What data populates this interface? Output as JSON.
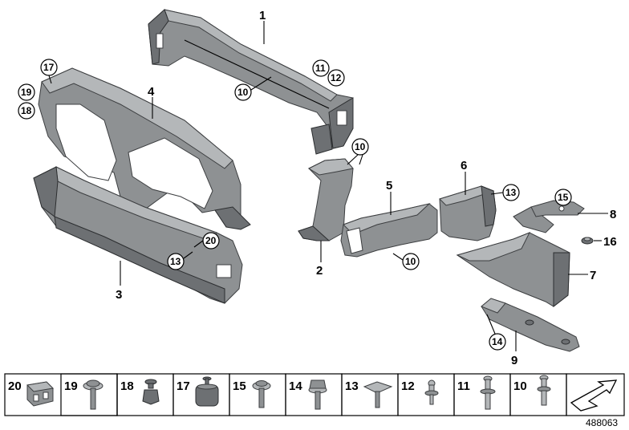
{
  "callouts": {
    "p1": "1",
    "p2": "2",
    "p3": "3",
    "p4": "4",
    "p5": "5",
    "p6": "6",
    "p7": "7",
    "p8": "8",
    "p9": "9",
    "p16": "16",
    "c17": "17",
    "c19": "19",
    "c18": "18",
    "c11": "11",
    "c12": "12",
    "c10a": "10",
    "c10b": "10",
    "c10c": "10",
    "c13a": "13",
    "c13b": "13",
    "c20": "20",
    "c15": "15",
    "c14": "14"
  },
  "parts_strip": [
    "20",
    "19",
    "18",
    "17",
    "15",
    "14",
    "13",
    "12",
    "11",
    "10"
  ],
  "diagram_number": "488063"
}
